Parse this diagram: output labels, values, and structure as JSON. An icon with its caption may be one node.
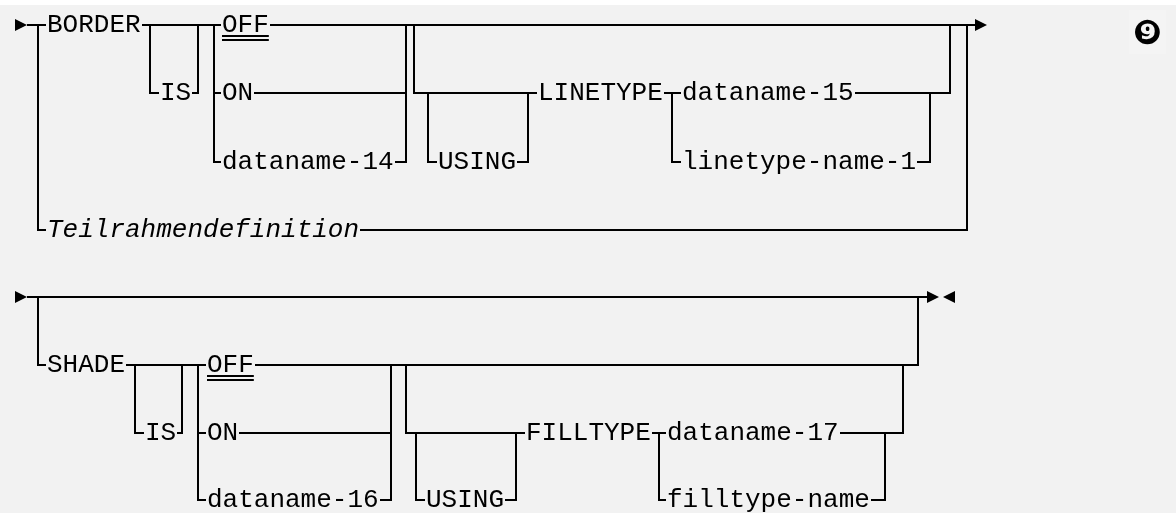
{
  "diagram": {
    "labels": [
      "BORDER",
      "OFF",
      "❾",
      "IS",
      "ON",
      "LINETYPE",
      "dataname-15",
      "dataname-14",
      "USING",
      "linetype-name-1",
      "Teilrahmendefinition",
      "SHADE",
      "OFF",
      "IS",
      "ON",
      "FILLTYPE",
      "dataname-17",
      "dataname-16",
      "USING",
      "filltype-name"
    ]
  }
}
